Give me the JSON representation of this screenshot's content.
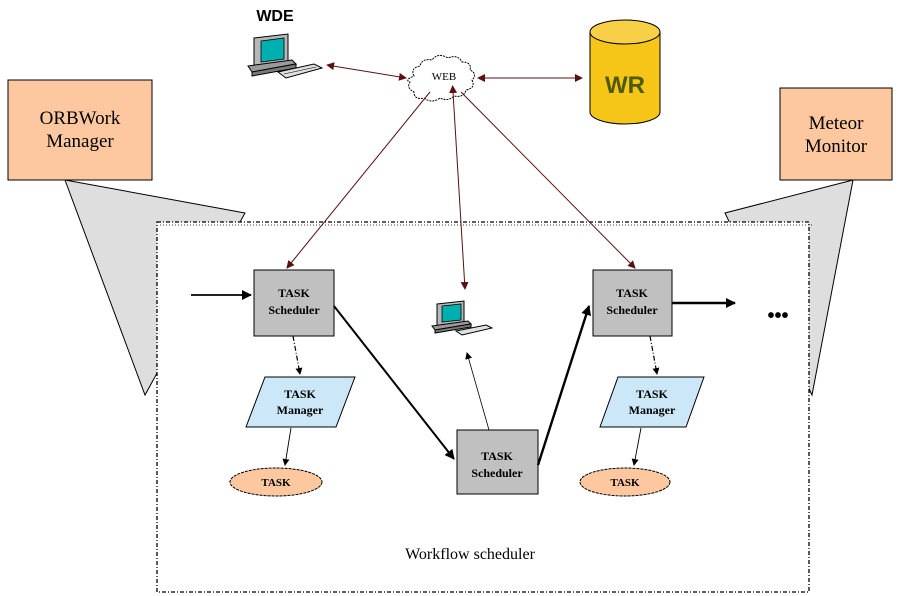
{
  "wde": {
    "label": "WDE",
    "icon": "workstation-icon"
  },
  "web": {
    "label": "WEB",
    "icon": "cloud-icon"
  },
  "wr": {
    "label": "WR",
    "icon": "database-cylinder-icon",
    "color": "#f5c518",
    "text_color": "#4d5a00"
  },
  "orbwork_manager": {
    "line1": "ORBWork",
    "line2": "Manager",
    "color": "#fdc89f"
  },
  "meteor_monitor": {
    "line1": "Meteor",
    "line2": "Monitor",
    "color": "#fdc89f"
  },
  "scheduler_left": {
    "line1": "TASK",
    "line2": "Scheduler"
  },
  "scheduler_center": {
    "line1": "TASK",
    "line2": "Scheduler"
  },
  "scheduler_right": {
    "line1": "TASK",
    "line2": "Scheduler"
  },
  "manager_left": {
    "line1": "TASK",
    "line2": "Manager"
  },
  "manager_right": {
    "line1": "TASK",
    "line2": "Manager"
  },
  "task_left": {
    "label": "TASK"
  },
  "task_right": {
    "label": "TASK"
  },
  "ellipsis": "•••",
  "workflow_scheduler": {
    "label": "Workflow scheduler"
  },
  "colors": {
    "scheduler_fill": "#c0c0c0",
    "manager_fill": "#cce8f8",
    "task_fill": "#fdc89f",
    "callout_fill": "#dedede",
    "link_arrow": "#5a1010",
    "monitor_screen": "#00b0b0"
  }
}
